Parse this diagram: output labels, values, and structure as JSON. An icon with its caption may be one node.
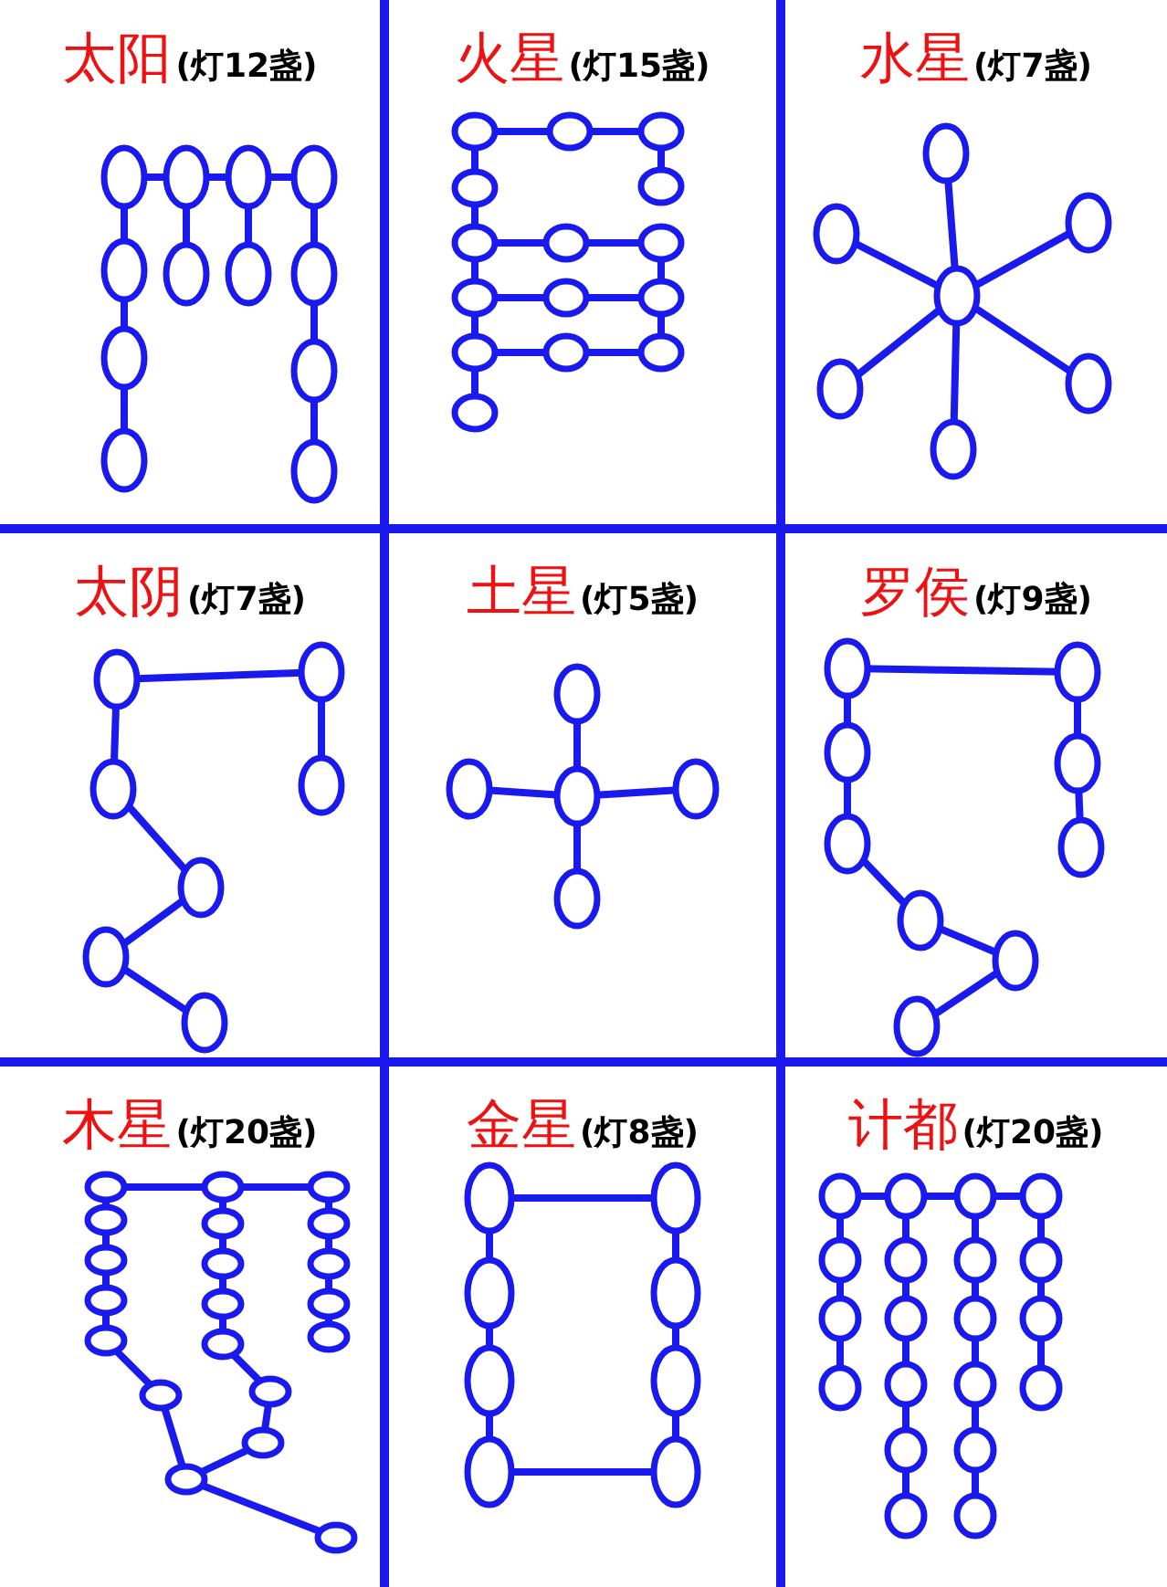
{
  "diagram": {
    "nodes": [
      {
        "text": [
          "太阳",
          "(灯12盏)"
        ]
      },
      {
        "text": [
          "火星",
          "(灯15盏)"
        ]
      },
      {
        "text": [
          "水星",
          "(灯7盏)"
        ]
      },
      {
        "text": [
          "太阴",
          "(灯7盏)"
        ]
      },
      {
        "text": [
          "土星",
          "(灯5盏)"
        ]
      },
      {
        "text": [
          "罗侯",
          "(灯9盏)"
        ]
      },
      {
        "text": [
          "木星",
          "(灯20盏)"
        ]
      },
      {
        "text": [
          "金星",
          "(灯8盏)"
        ]
      },
      {
        "text": [
          "计都",
          "(灯20盏)"
        ]
      }
    ]
  }
}
